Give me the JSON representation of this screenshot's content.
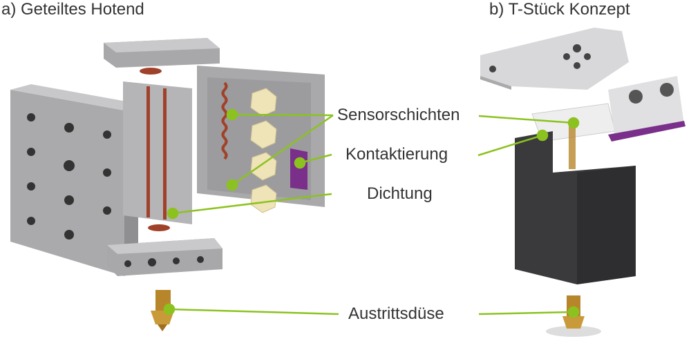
{
  "titles": {
    "a": "a) Geteiltes Hotend",
    "b": "b) T-Stück Konzept"
  },
  "labels": {
    "sensor": "Sensorschichten",
    "contact": "Kontaktierung",
    "seal": "Dichtung",
    "nozzle": "Austrittsdüse"
  },
  "colors": {
    "leader": "#8cc21f",
    "metal": "#b9b9bb",
    "dark": "#3a3a3c",
    "brass": "#b8862a",
    "heater": "#a0422a",
    "contact": "#7a2f8a",
    "nut": "#efe3b8"
  }
}
